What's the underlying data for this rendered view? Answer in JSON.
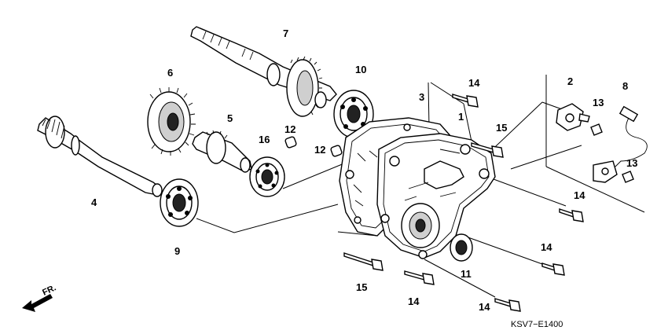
{
  "diagram": {
    "code": "KSV7−E1400",
    "direction_label": "FR.",
    "callouts": [
      {
        "id": "c1",
        "text": "1"
      },
      {
        "id": "c2",
        "text": "2"
      },
      {
        "id": "c3",
        "text": "3"
      },
      {
        "id": "c4",
        "text": "4"
      },
      {
        "id": "c5",
        "text": "5"
      },
      {
        "id": "c6",
        "text": "6"
      },
      {
        "id": "c7",
        "text": "7"
      },
      {
        "id": "c8",
        "text": "8"
      },
      {
        "id": "c9",
        "text": "9"
      },
      {
        "id": "c10",
        "text": "10"
      },
      {
        "id": "c11",
        "text": "11"
      },
      {
        "id": "c12a",
        "text": "12"
      },
      {
        "id": "c12b",
        "text": "12"
      },
      {
        "id": "c13a",
        "text": "13"
      },
      {
        "id": "c13b",
        "text": "13"
      },
      {
        "id": "c14a",
        "text": "14"
      },
      {
        "id": "c14b",
        "text": "14"
      },
      {
        "id": "c14c",
        "text": "14"
      },
      {
        "id": "c14d",
        "text": "14"
      },
      {
        "id": "c14e",
        "text": "14"
      },
      {
        "id": "c15a",
        "text": "15"
      },
      {
        "id": "c15b",
        "text": "15"
      },
      {
        "id": "c16",
        "text": "16"
      }
    ]
  }
}
